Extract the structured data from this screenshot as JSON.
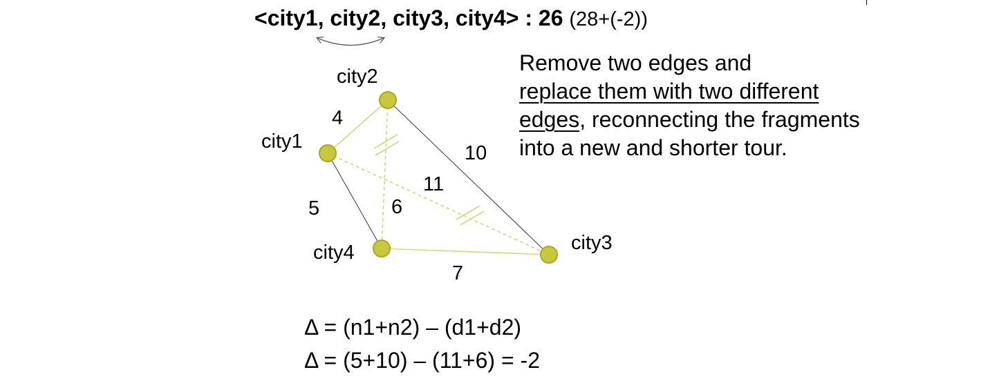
{
  "title": {
    "tour": "<city1, city2, city3, city4> : 26",
    "cost_breakdown": "(28+(-2))"
  },
  "cities": [
    {
      "id": "city1",
      "label": "city1"
    },
    {
      "id": "city2",
      "label": "city2"
    },
    {
      "id": "city3",
      "label": "city3"
    },
    {
      "id": "city4",
      "label": "city4"
    }
  ],
  "edges": [
    {
      "from": "city1",
      "to": "city2",
      "weight": "4",
      "style": "highlight-solid"
    },
    {
      "from": "city2",
      "to": "city3",
      "weight": "10",
      "style": "dark-solid"
    },
    {
      "from": "city1",
      "to": "city4",
      "weight": "5",
      "style": "dark-solid"
    },
    {
      "from": "city4",
      "to": "city3",
      "weight": "7",
      "style": "highlight-solid"
    },
    {
      "from": "city1",
      "to": "city3",
      "weight": "11",
      "style": "dashed-removed"
    },
    {
      "from": "city2",
      "to": "city4",
      "weight": "6",
      "style": "dashed-removed"
    }
  ],
  "description": {
    "part1": "Remove two edges and",
    "underlined": "replace them with two different edges",
    "part2": ", reconnecting the fragments into a new and shorter tour."
  },
  "formulas": [
    "Δ = (n1+n2) – (d1+d2)",
    "Δ = (5+10) – (11+6) = -2"
  ],
  "colors": {
    "node_fill": "#c8c83c",
    "node_stroke": "#a8a828",
    "highlight_edge": "#d6d67a",
    "dark_edge": "#444444"
  }
}
